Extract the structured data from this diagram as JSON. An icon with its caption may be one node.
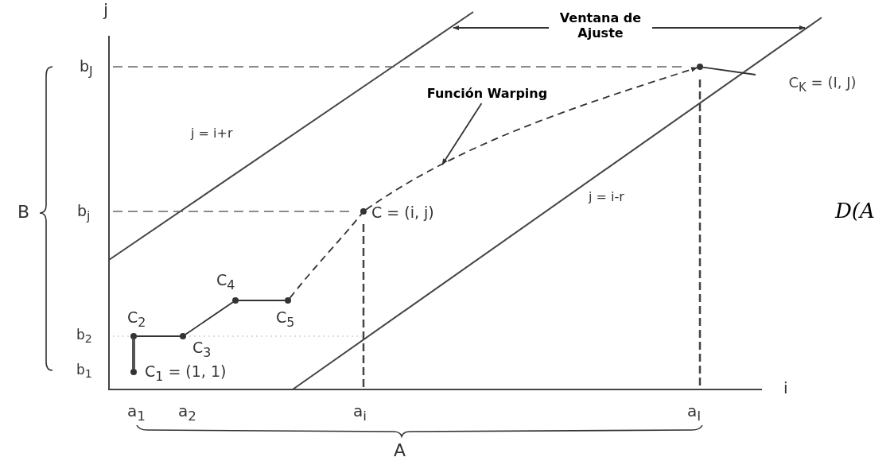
{
  "diagram": {
    "nodes": [
      {
        "text": [
          "Ventana de Ajuste"
        ]
      },
      {
        "text": [
          "Función Warping"
        ]
      },
      {
        "text": [
          "C$_{K}$ = (I, J)"
        ]
      },
      {
        "text": [],
        "shape": "circle"
      },
      {
        "text": [],
        "shape": "circle",
        "beside": [
          "C = (i, j)"
        ]
      },
      {
        "text": [],
        "shape": "circle",
        "beside": [
          "C$_{4}$"
        ]
      },
      {
        "text": [],
        "shape": "circle",
        "beside": [
          "C$_{5}$"
        ]
      },
      {
        "text": [],
        "shape": "circle",
        "beside": [
          "C$_{2}$"
        ]
      },
      {
        "text": [],
        "shape": "circle",
        "beside": [
          "C$_{3}$"
        ]
      },
      {
        "text": [],
        "shape": "circle",
        "beside": [
          "C$_{1}$ = (1, 1)"
        ]
      }
    ],
    "edges": [
      {
        "from": 0,
        "to": null,
        "arrow": "to"
      },
      {
        "from": 0,
        "to": null,
        "arrow": "to"
      },
      {
        "from": 1,
        "to": null,
        "arrow": "to"
      },
      {
        "from": 2,
        "to": 3,
        "arrow": "none"
      },
      {
        "from": 9,
        "to": 7,
        "arrow": "none",
        "style": "thick"
      },
      {
        "from": 7,
        "to": 8,
        "arrow": "none"
      },
      {
        "from": 8,
        "to": 5,
        "arrow": "none"
      },
      {
        "from": 5,
        "to": 6,
        "arrow": "none"
      },
      {
        "from": 6,
        "to": 4,
        "arrow": "none",
        "style": "dashed"
      },
      {
        "from": 4,
        "to": 3,
        "arrow": "to",
        "style": "dashed"
      }
    ],
    "labels": [
      "j",
      "b$_{J}$",
      "j = i+r",
      "j = i-r",
      "b$_{j}$",
      "B",
      "D(A",
      "b$_{2}$",
      "b$_{1}$",
      "i",
      "a$_{1}$",
      "a$_{2}$",
      "a$_{i}$",
      "a$_{I}$",
      "A"
    ]
  }
}
